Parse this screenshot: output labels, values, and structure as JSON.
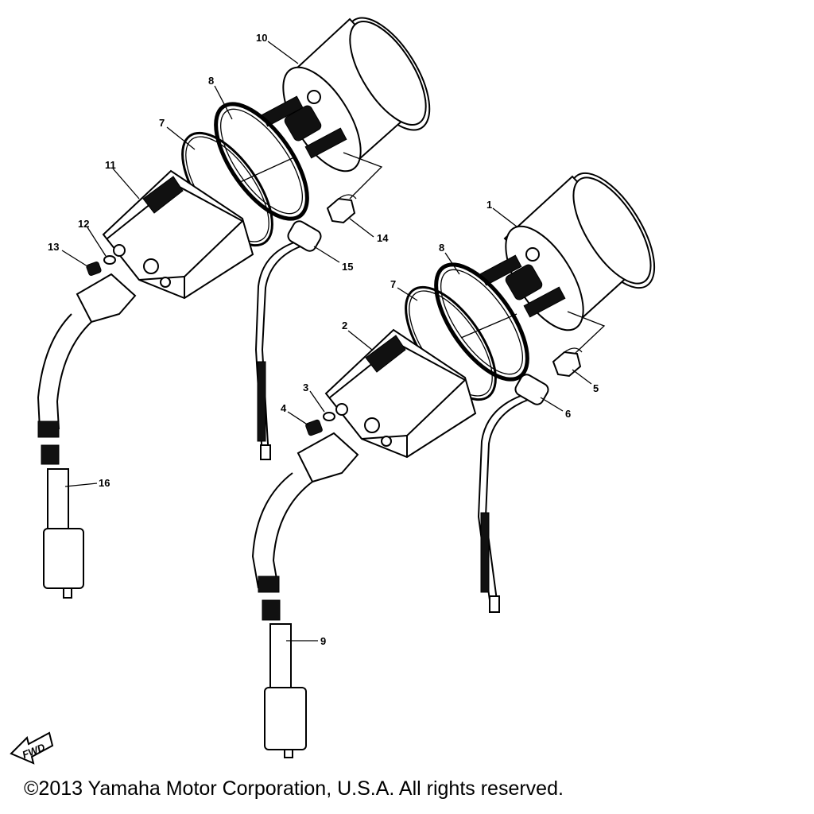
{
  "parts": [
    {
      "id": "1",
      "label": "1"
    },
    {
      "id": "2",
      "label": "2"
    },
    {
      "id": "3",
      "label": "3"
    },
    {
      "id": "4",
      "label": "4"
    },
    {
      "id": "5",
      "label": "5"
    },
    {
      "id": "6",
      "label": "6"
    },
    {
      "id": "7a",
      "label": "7"
    },
    {
      "id": "7b",
      "label": "7"
    },
    {
      "id": "8a",
      "label": "8"
    },
    {
      "id": "8b",
      "label": "8"
    },
    {
      "id": "9",
      "label": "9"
    },
    {
      "id": "10",
      "label": "10"
    },
    {
      "id": "11",
      "label": "11"
    },
    {
      "id": "12",
      "label": "12"
    },
    {
      "id": "13",
      "label": "13"
    },
    {
      "id": "14",
      "label": "14"
    },
    {
      "id": "15",
      "label": "15"
    },
    {
      "id": "16",
      "label": "16"
    }
  ],
  "fwd_label": "FWD",
  "copyright": "©2013 Yamaha Motor Corporation, U.S.A. All rights reserved."
}
